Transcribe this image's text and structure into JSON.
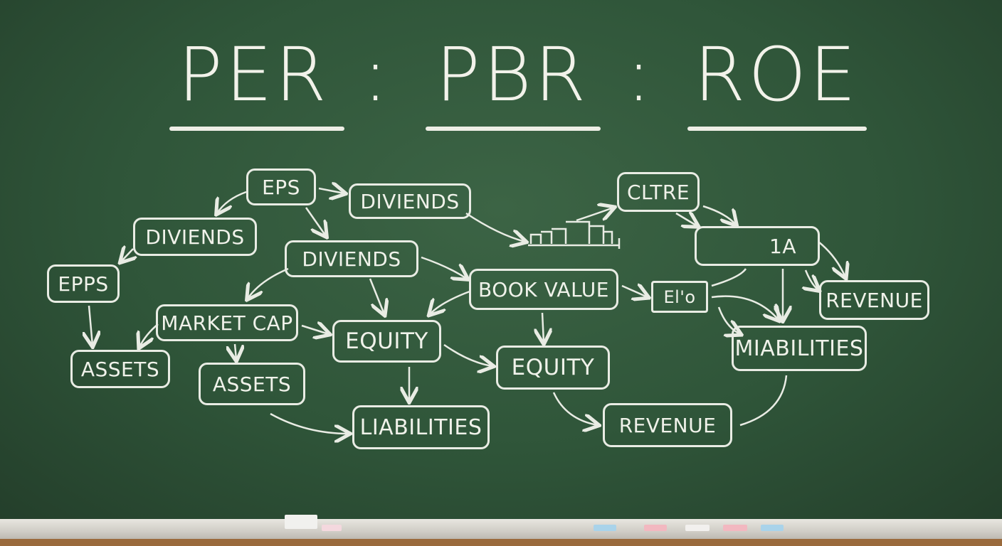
{
  "title": {
    "part1": "PER",
    "sep1": ":",
    "part2": "PBR",
    "sep2": ":",
    "part3": "ROE"
  },
  "nodes": {
    "eps": "EPS",
    "dividends_top": "DIVIENDS",
    "dividends_left": "DIVIENDS",
    "dividends_mid": "DIVIENDS",
    "epps": "EPPS",
    "book_value": "BOOK VALUE",
    "market_cap": "MARKET CAP",
    "equity_center": "EQUITY",
    "assets_left": "ASSETS",
    "assets_mid": "ASSETS",
    "equity_right": "EQUITY",
    "liabilities": "LIABILITIES",
    "revenue_bottom": "REVENUE",
    "cltre": "CLTRE",
    "ia_box": "1A",
    "elo": "El'o",
    "revenue_right": "REVENUE",
    "miabilities": "MIABILITIES"
  },
  "colors": {
    "board": "#2f5338",
    "chalk": "#eeeee6"
  }
}
